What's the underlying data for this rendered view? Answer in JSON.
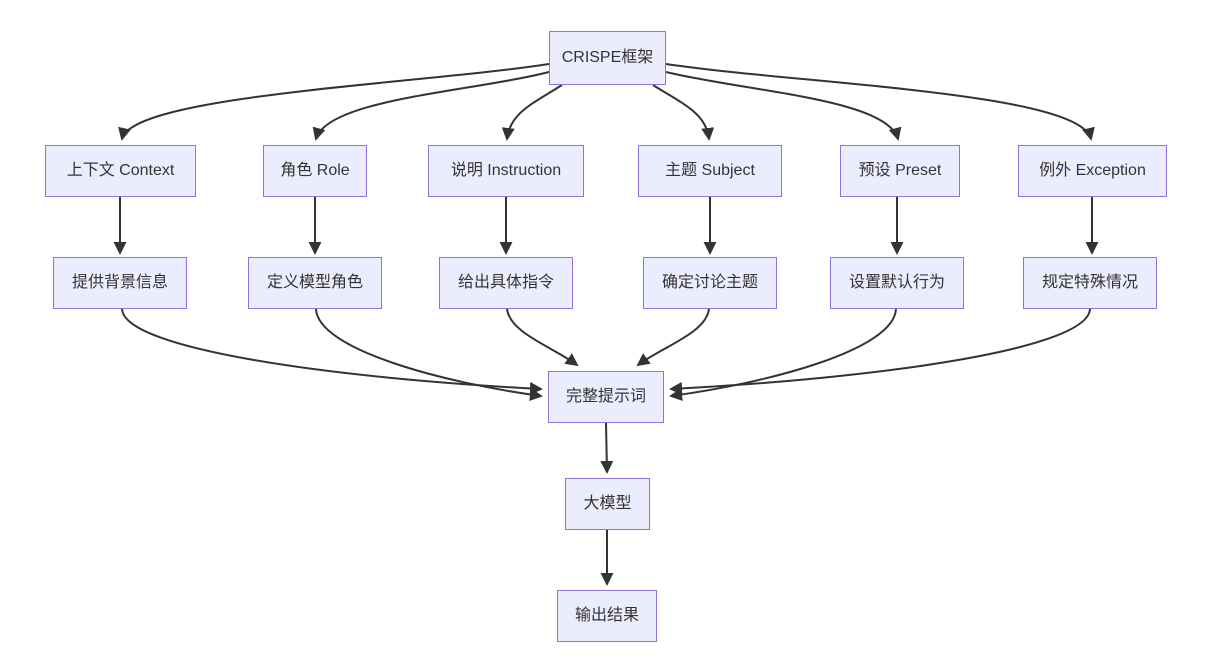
{
  "diagram": {
    "type": "flowchart",
    "direction": "top-down",
    "root_label": "CRISPE框架",
    "nodes": {
      "crispe": {
        "label": "CRISPE框架"
      },
      "context": {
        "label": "上下文 Context"
      },
      "role": {
        "label": "角色 Role"
      },
      "instruction": {
        "label": "说明 Instruction"
      },
      "subject": {
        "label": "主题 Subject"
      },
      "preset": {
        "label": "预设 Preset"
      },
      "exception": {
        "label": "例外 Exception"
      },
      "context_detail": {
        "label": "提供背景信息"
      },
      "role_detail": {
        "label": "定义模型角色"
      },
      "instruction_detail": {
        "label": "给出具体指令"
      },
      "subject_detail": {
        "label": "确定讨论主题"
      },
      "preset_detail": {
        "label": "设置默认行为"
      },
      "exception_detail": {
        "label": "规定特殊情况"
      },
      "prompt": {
        "label": "完整提示词"
      },
      "model": {
        "label": "大模型"
      },
      "output": {
        "label": "输出结果"
      }
    },
    "edges": [
      {
        "from": "crispe",
        "to": "context"
      },
      {
        "from": "crispe",
        "to": "role"
      },
      {
        "from": "crispe",
        "to": "instruction"
      },
      {
        "from": "crispe",
        "to": "subject"
      },
      {
        "from": "crispe",
        "to": "preset"
      },
      {
        "from": "crispe",
        "to": "exception"
      },
      {
        "from": "context",
        "to": "context_detail"
      },
      {
        "from": "role",
        "to": "role_detail"
      },
      {
        "from": "instruction",
        "to": "instruction_detail"
      },
      {
        "from": "subject",
        "to": "subject_detail"
      },
      {
        "from": "preset",
        "to": "preset_detail"
      },
      {
        "from": "exception",
        "to": "exception_detail"
      },
      {
        "from": "context_detail",
        "to": "prompt"
      },
      {
        "from": "role_detail",
        "to": "prompt"
      },
      {
        "from": "instruction_detail",
        "to": "prompt"
      },
      {
        "from": "subject_detail",
        "to": "prompt"
      },
      {
        "from": "preset_detail",
        "to": "prompt"
      },
      {
        "from": "exception_detail",
        "to": "prompt"
      },
      {
        "from": "prompt",
        "to": "model"
      },
      {
        "from": "model",
        "to": "output"
      }
    ],
    "colors": {
      "node_fill": "#ECECFF",
      "node_border": "#9370DB",
      "edge": "#333333",
      "text": "#333333",
      "background": "#FFFFFF"
    }
  }
}
